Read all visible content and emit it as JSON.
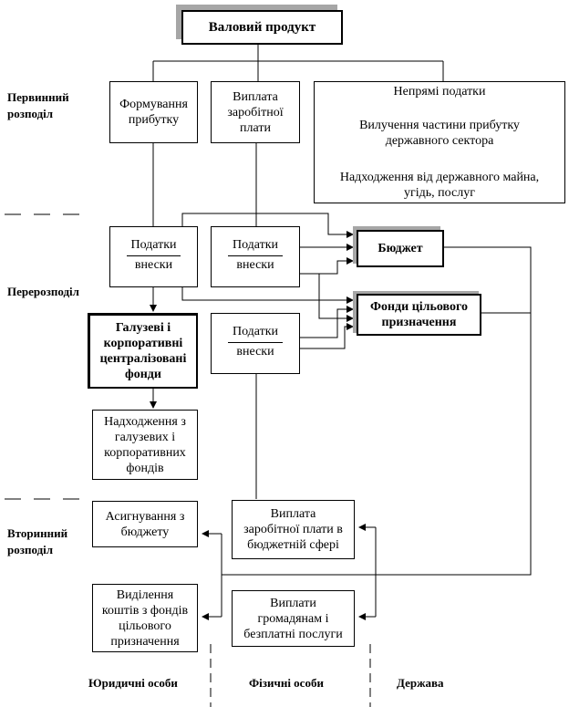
{
  "title": "Валовий продукт",
  "stages": {
    "primary": "Первинний\nрозподіл",
    "redistribution": "Перерозподіл",
    "secondary": "Вторинний\nрозподіл"
  },
  "primary_boxes": {
    "profit": "Формування\nприбутку",
    "wages": "Виплата\nзаробітної\nплати"
  },
  "state_revenue": {
    "indirect_taxes": "Непрямі податки",
    "profit_share": "Вилучення частини прибутку\nдержавного сектора",
    "property": "Надходження від державного майна,\nугідь, послуг"
  },
  "tax_box": {
    "top": "Податки",
    "bottom": "внески"
  },
  "budget": "Бюджет",
  "target_funds": "Фонди цільового\nпризначення",
  "sector_funds": "Галузеві і\nкорпоративні\nцентралізовані\nфонди",
  "sector_receipts": "Надходження з\nгалузевих і\nкорпоративних\nфондів",
  "budget_allocations": "Асигнування з\nбюджету",
  "target_allocations": "Виділення\nкоштів з фондів\nцільового\nпризначення",
  "public_wages": "Виплата\nзаробітної плати в\nбюджетній сфері",
  "citizen_payments": "Виплати\nгромадянам і\nбезплатні послуги",
  "columns": {
    "legal": "Юридичні особи",
    "individuals": "Фізичні особи",
    "state": "Держава"
  }
}
